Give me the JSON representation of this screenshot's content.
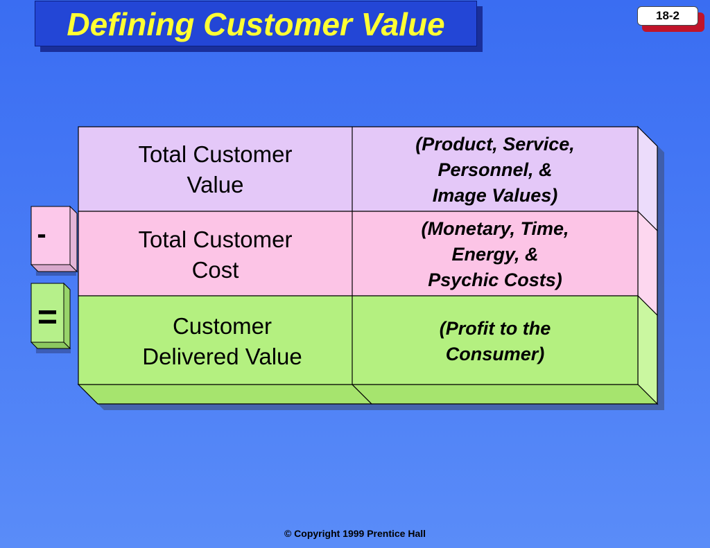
{
  "slide": {
    "title": "Defining Customer Value",
    "number": "18-2",
    "footer": "© Copyright 1999 Prentice Hall"
  },
  "rows": [
    {
      "label": [
        "Total Customer",
        "Value"
      ],
      "desc": [
        "(Product, Service,",
        "Personnel, &",
        "Image Values)"
      ],
      "color": "#e4c8f8"
    },
    {
      "label": [
        "Total Customer",
        "Cost"
      ],
      "desc": [
        "(Monetary, Time,",
        "Energy, &",
        "Psychic Costs)"
      ],
      "color": "#fcc4e6"
    },
    {
      "label": [
        "Customer",
        "Delivered Value"
      ],
      "desc": [
        "(Profit to the",
        "Consumer)"
      ],
      "color": "#b4f080"
    }
  ],
  "operators": {
    "minus": {
      "symbol": "-",
      "color": "#fcc8ea"
    },
    "equals": {
      "symbol": "=",
      "color": "#b6f08a"
    }
  }
}
